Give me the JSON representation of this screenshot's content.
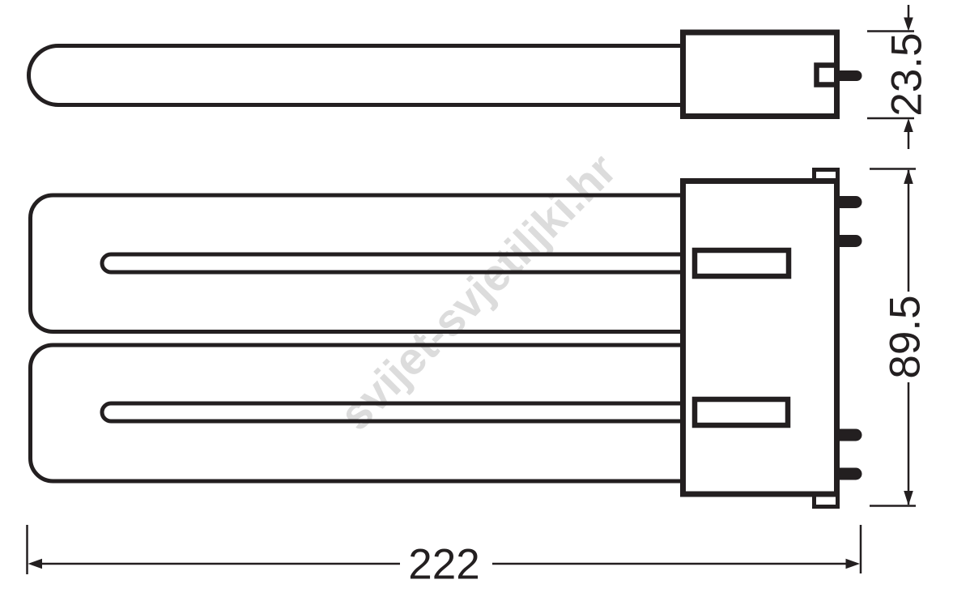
{
  "drawing": {
    "type": "technical-dimension-drawing",
    "watermark": {
      "text": "svijet-svjetiljki.hr"
    },
    "dimension_labels": {
      "side_view_height_mm": "23.5",
      "front_view_height_mm": "89.5",
      "overall_length_mm": "222"
    },
    "colors": {
      "line": "#231f20",
      "watermark": "#dcdcdc",
      "background": "#ffffff"
    }
  }
}
